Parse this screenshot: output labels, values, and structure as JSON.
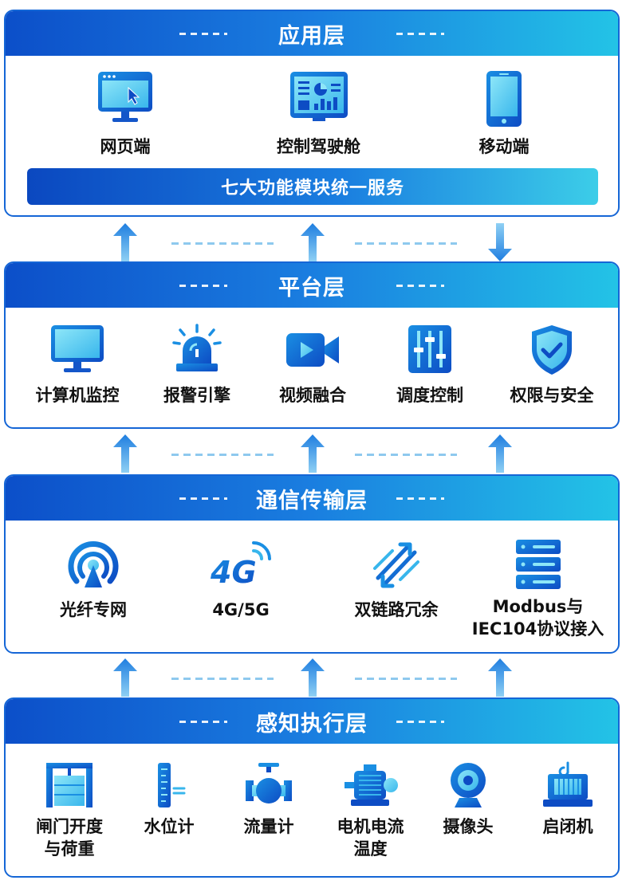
{
  "layers": {
    "application": {
      "title": "应用层",
      "items": [
        "网页端",
        "控制驾驶舱",
        "移动端"
      ],
      "service_bar": "七大功能模块统一服务"
    },
    "platform": {
      "title": "平台层",
      "items": [
        "计算机监控",
        "报警引擎",
        "视频融合",
        "调度控制",
        "权限与安全"
      ]
    },
    "communication": {
      "title": "通信传输层",
      "items": [
        "光纤专网",
        "4G/5G",
        "双链路冗余",
        "Modbus与",
        "IEC104协议接入"
      ],
      "icon_4g_text": "4G"
    },
    "perception": {
      "title": "感知执行层",
      "items": [
        "闸门开度",
        "与荷重",
        "水位计",
        "流量计",
        "电机电流",
        "温度",
        "摄像头",
        "启闭机"
      ]
    }
  },
  "icons": {
    "application": [
      "monitor-cursor-icon",
      "dashboard-icon",
      "mobile-phone-icon"
    ],
    "platform": [
      "computer-monitor-icon",
      "alarm-light-icon",
      "video-camera-icon",
      "mixer-sliders-icon",
      "shield-check-icon"
    ],
    "communication": [
      "fiber-signal-icon",
      "4g-signal-icon",
      "dual-link-icon",
      "server-stack-icon"
    ],
    "perception": [
      "gate-icon",
      "water-level-gauge-icon",
      "flow-meter-valve-icon",
      "motor-icon",
      "webcam-icon",
      "hoist-icon"
    ]
  },
  "colors": {
    "primary": "#1566d6",
    "gradient_start": "#0c4fc9",
    "gradient_end": "#23c3e6",
    "dash": "#8ec9ee"
  }
}
